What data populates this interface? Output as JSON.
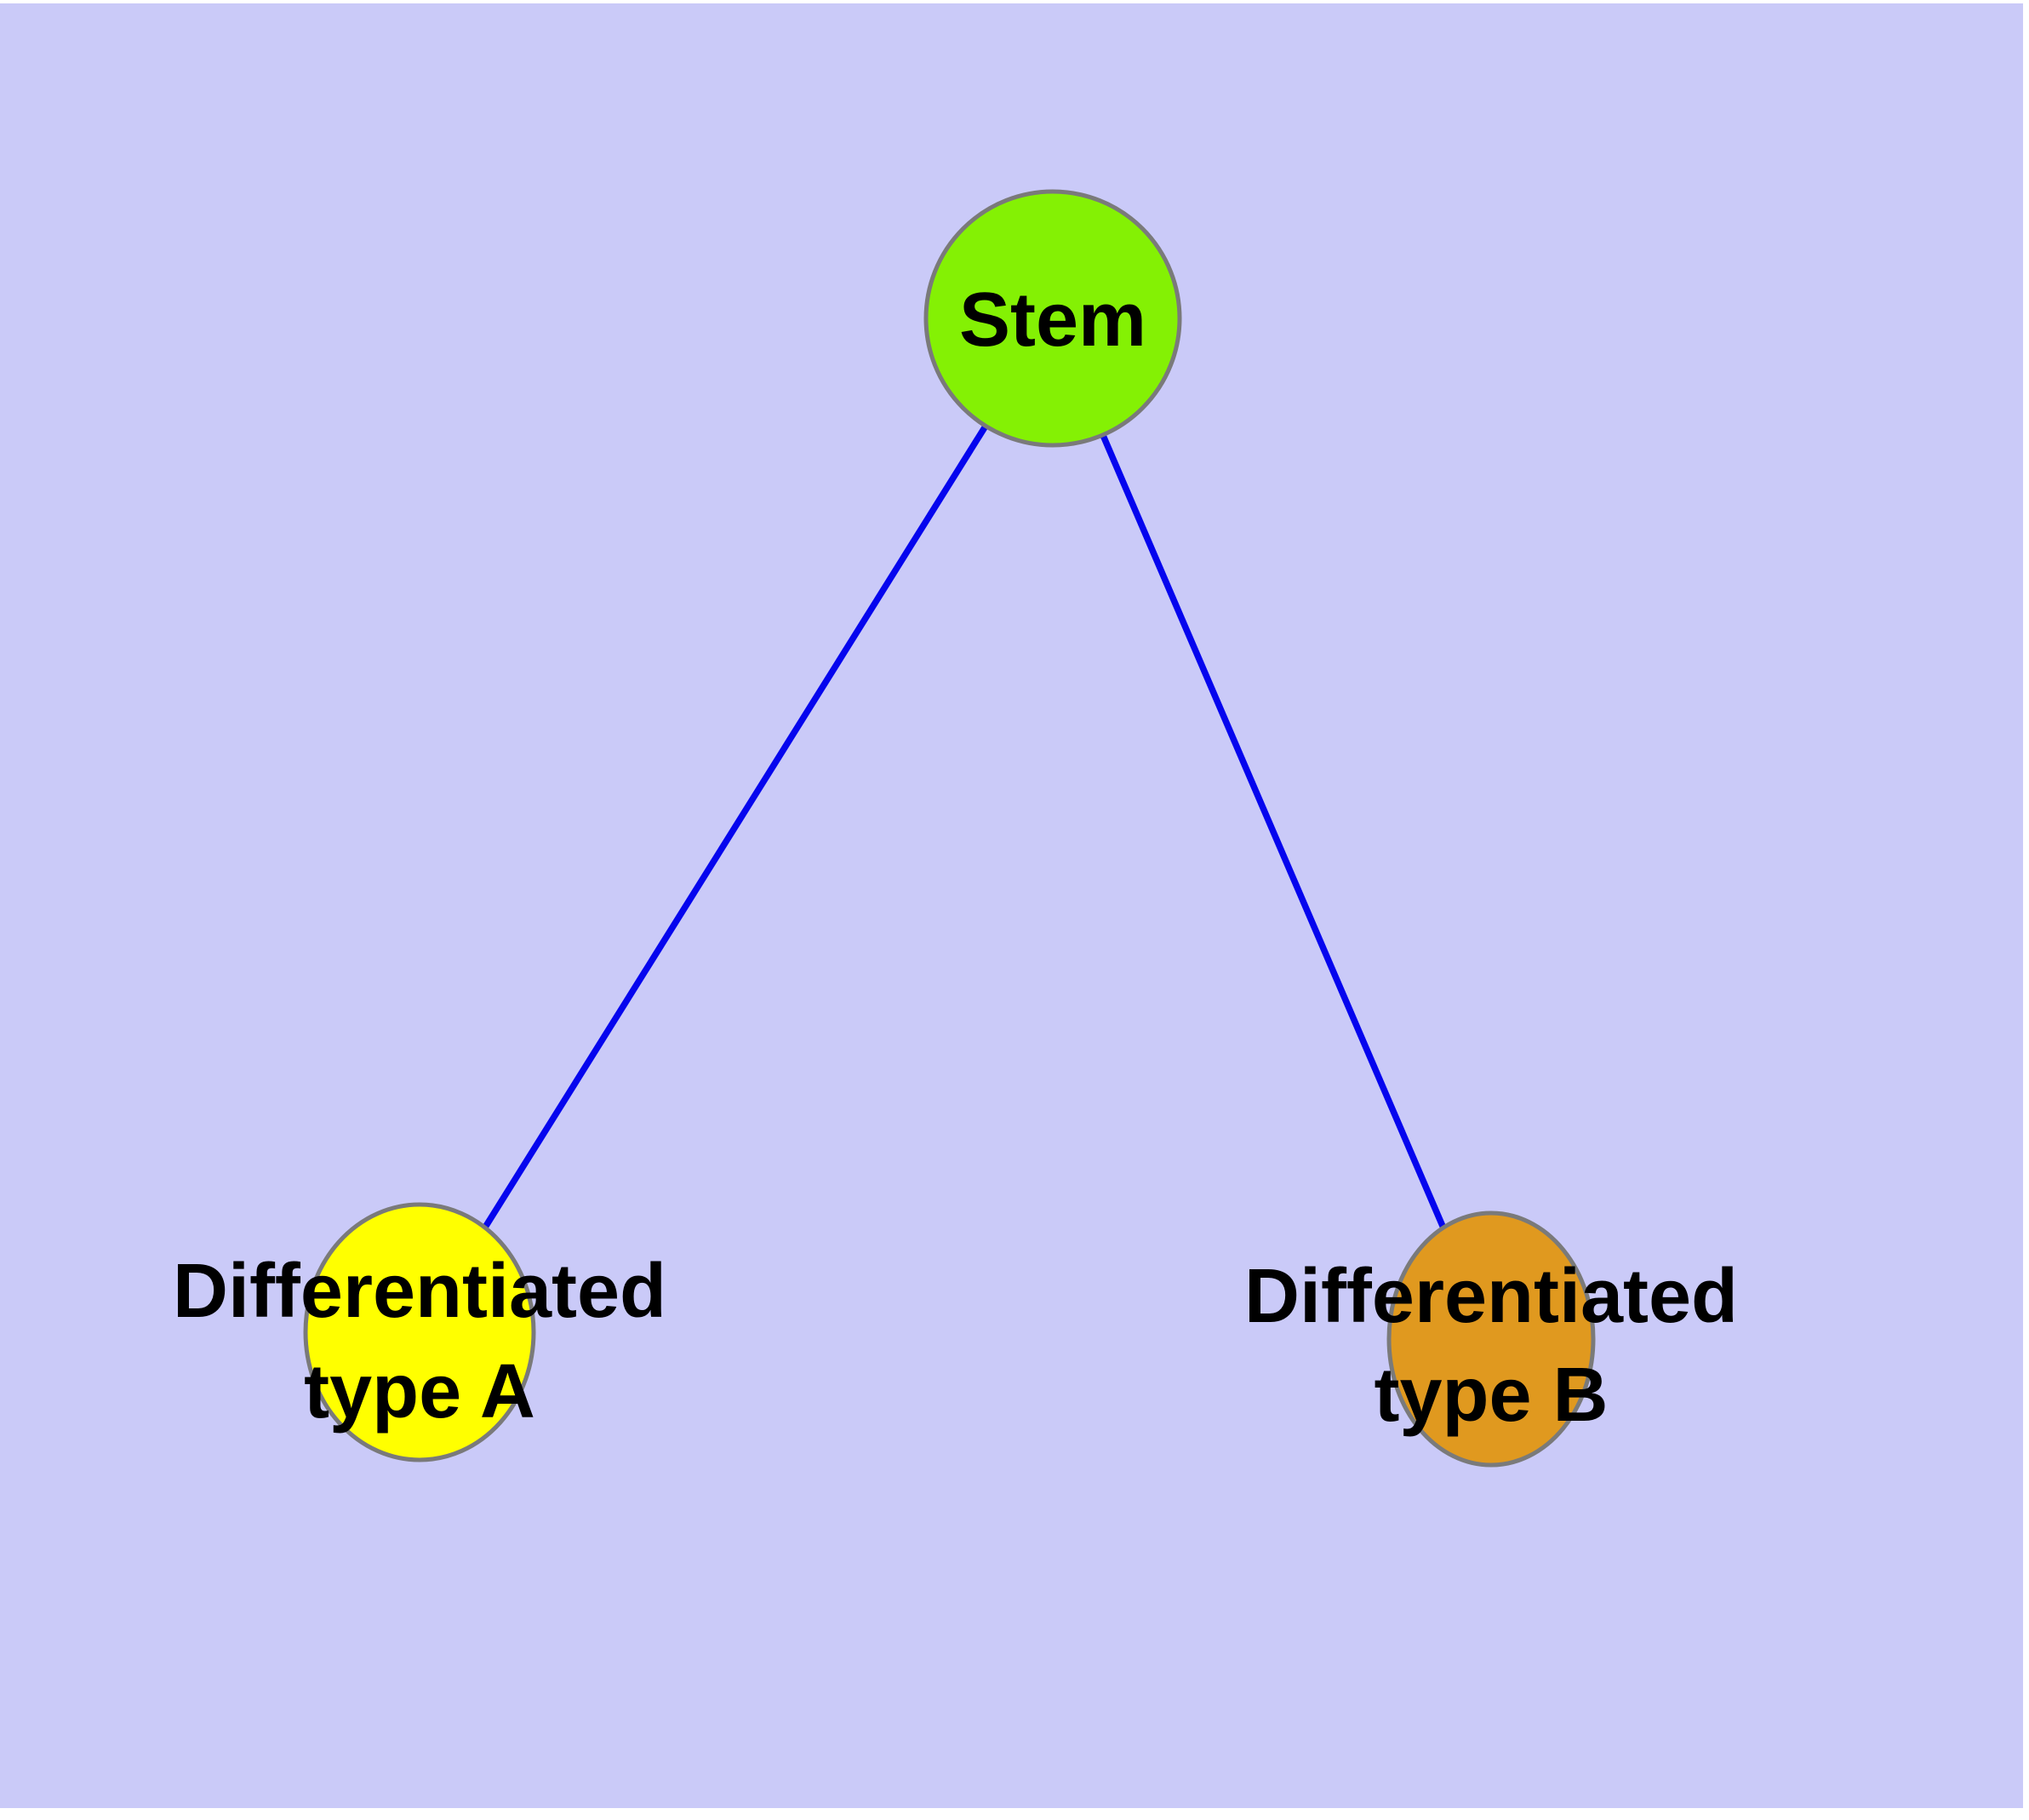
{
  "diagram": {
    "type": "graph",
    "description": "Cell differentiation hierarchy diagram: a stem node with edges to two differentiated cell type nodes"
  },
  "canvas": {
    "background_color": "#cacaf8",
    "margin_color": "#ffffff"
  },
  "colors": {
    "edge": "#0505ee",
    "node_border": "#7a7a7a",
    "label_text": "#000000"
  },
  "nodes": [
    {
      "id": "stem",
      "label": "Stem",
      "fill": "#84f104",
      "shape": "circle"
    },
    {
      "id": "type-a",
      "label": "Differentiated type A",
      "label_line1": "Differentiated",
      "label_line2": "type A",
      "fill": "#ffff00",
      "shape": "circle"
    },
    {
      "id": "type-b",
      "label": "Differentiated type B",
      "label_line1": "Differentiated",
      "label_line2": "type B",
      "fill": "#e0991f",
      "shape": "circle"
    }
  ],
  "edges": [
    {
      "from": "Stem",
      "to": "Differentiated type A"
    },
    {
      "from": "Stem",
      "to": "Differentiated type B"
    }
  ]
}
